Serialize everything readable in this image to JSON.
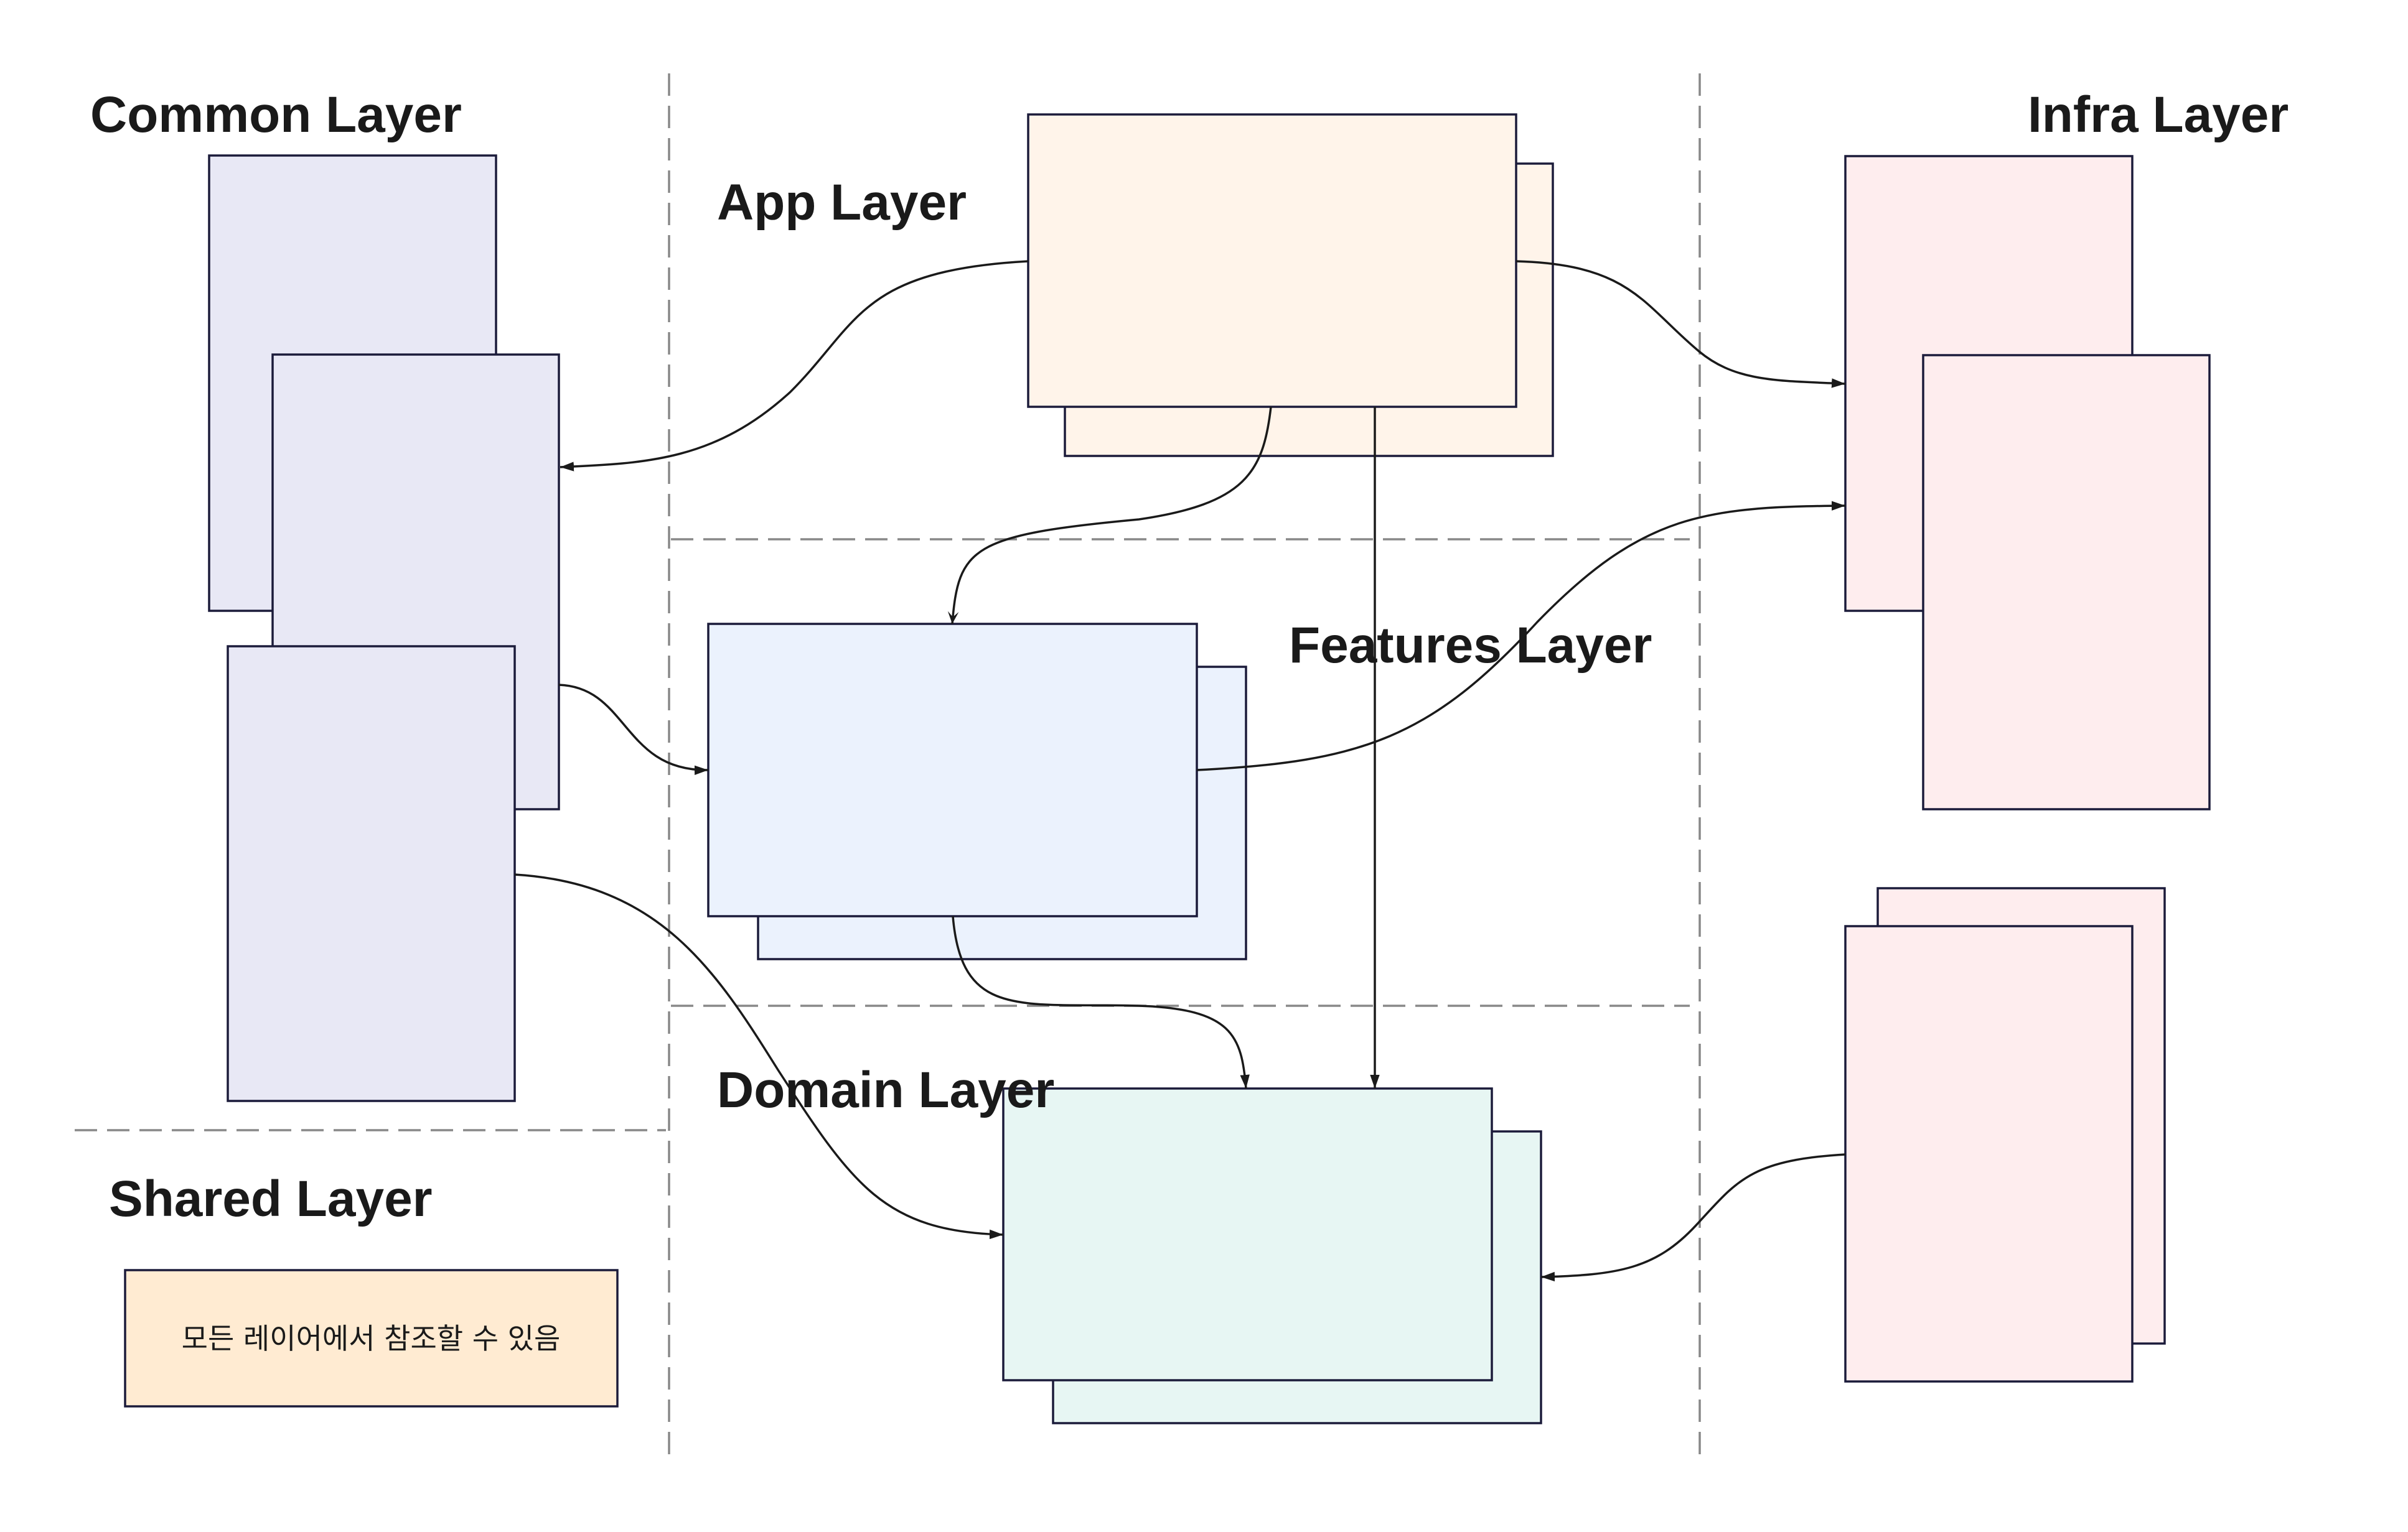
{
  "diagram": {
    "layers": {
      "common": {
        "title": "Common Layer",
        "color": "#e8e8f5"
      },
      "app": {
        "title": "App Layer",
        "color": "#fff4ea"
      },
      "features": {
        "title": "Features Layer",
        "color": "#ebf2fd"
      },
      "domain": {
        "title": "Domain Layer",
        "color": "#e7f6f3"
      },
      "infra": {
        "title": "Infra Layer",
        "color": "#feedee"
      },
      "shared": {
        "title": "Shared Layer",
        "color": "#ffebd2",
        "note": "모든 레이어에서 참조할 수 있음"
      }
    },
    "colors": {
      "border": "#1b1b3a",
      "separator": "#888888",
      "edge": "#1a1a1a"
    },
    "edges": [
      {
        "from": "app",
        "to": "common"
      },
      {
        "from": "app",
        "to": "infra"
      },
      {
        "from": "app",
        "to": "features"
      },
      {
        "from": "app",
        "to": "domain"
      },
      {
        "from": "common",
        "to": "features"
      },
      {
        "from": "common",
        "to": "domain"
      },
      {
        "from": "features",
        "to": "infra"
      },
      {
        "from": "features",
        "to": "domain"
      },
      {
        "from": "infra",
        "to": "domain"
      }
    ]
  }
}
